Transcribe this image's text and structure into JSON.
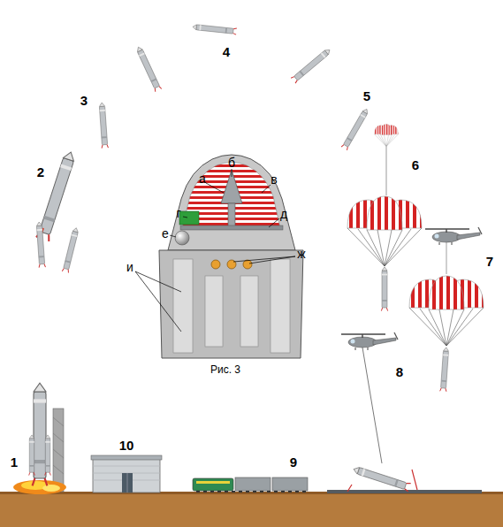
{
  "diagram": {
    "caption": "Рис. 3",
    "labels": [
      "1",
      "2",
      "3",
      "4",
      "5",
      "6",
      "7",
      "8",
      "9",
      "10",
      "а",
      "б",
      "в",
      "г",
      "д",
      "е",
      "ж",
      "и"
    ]
  }
}
